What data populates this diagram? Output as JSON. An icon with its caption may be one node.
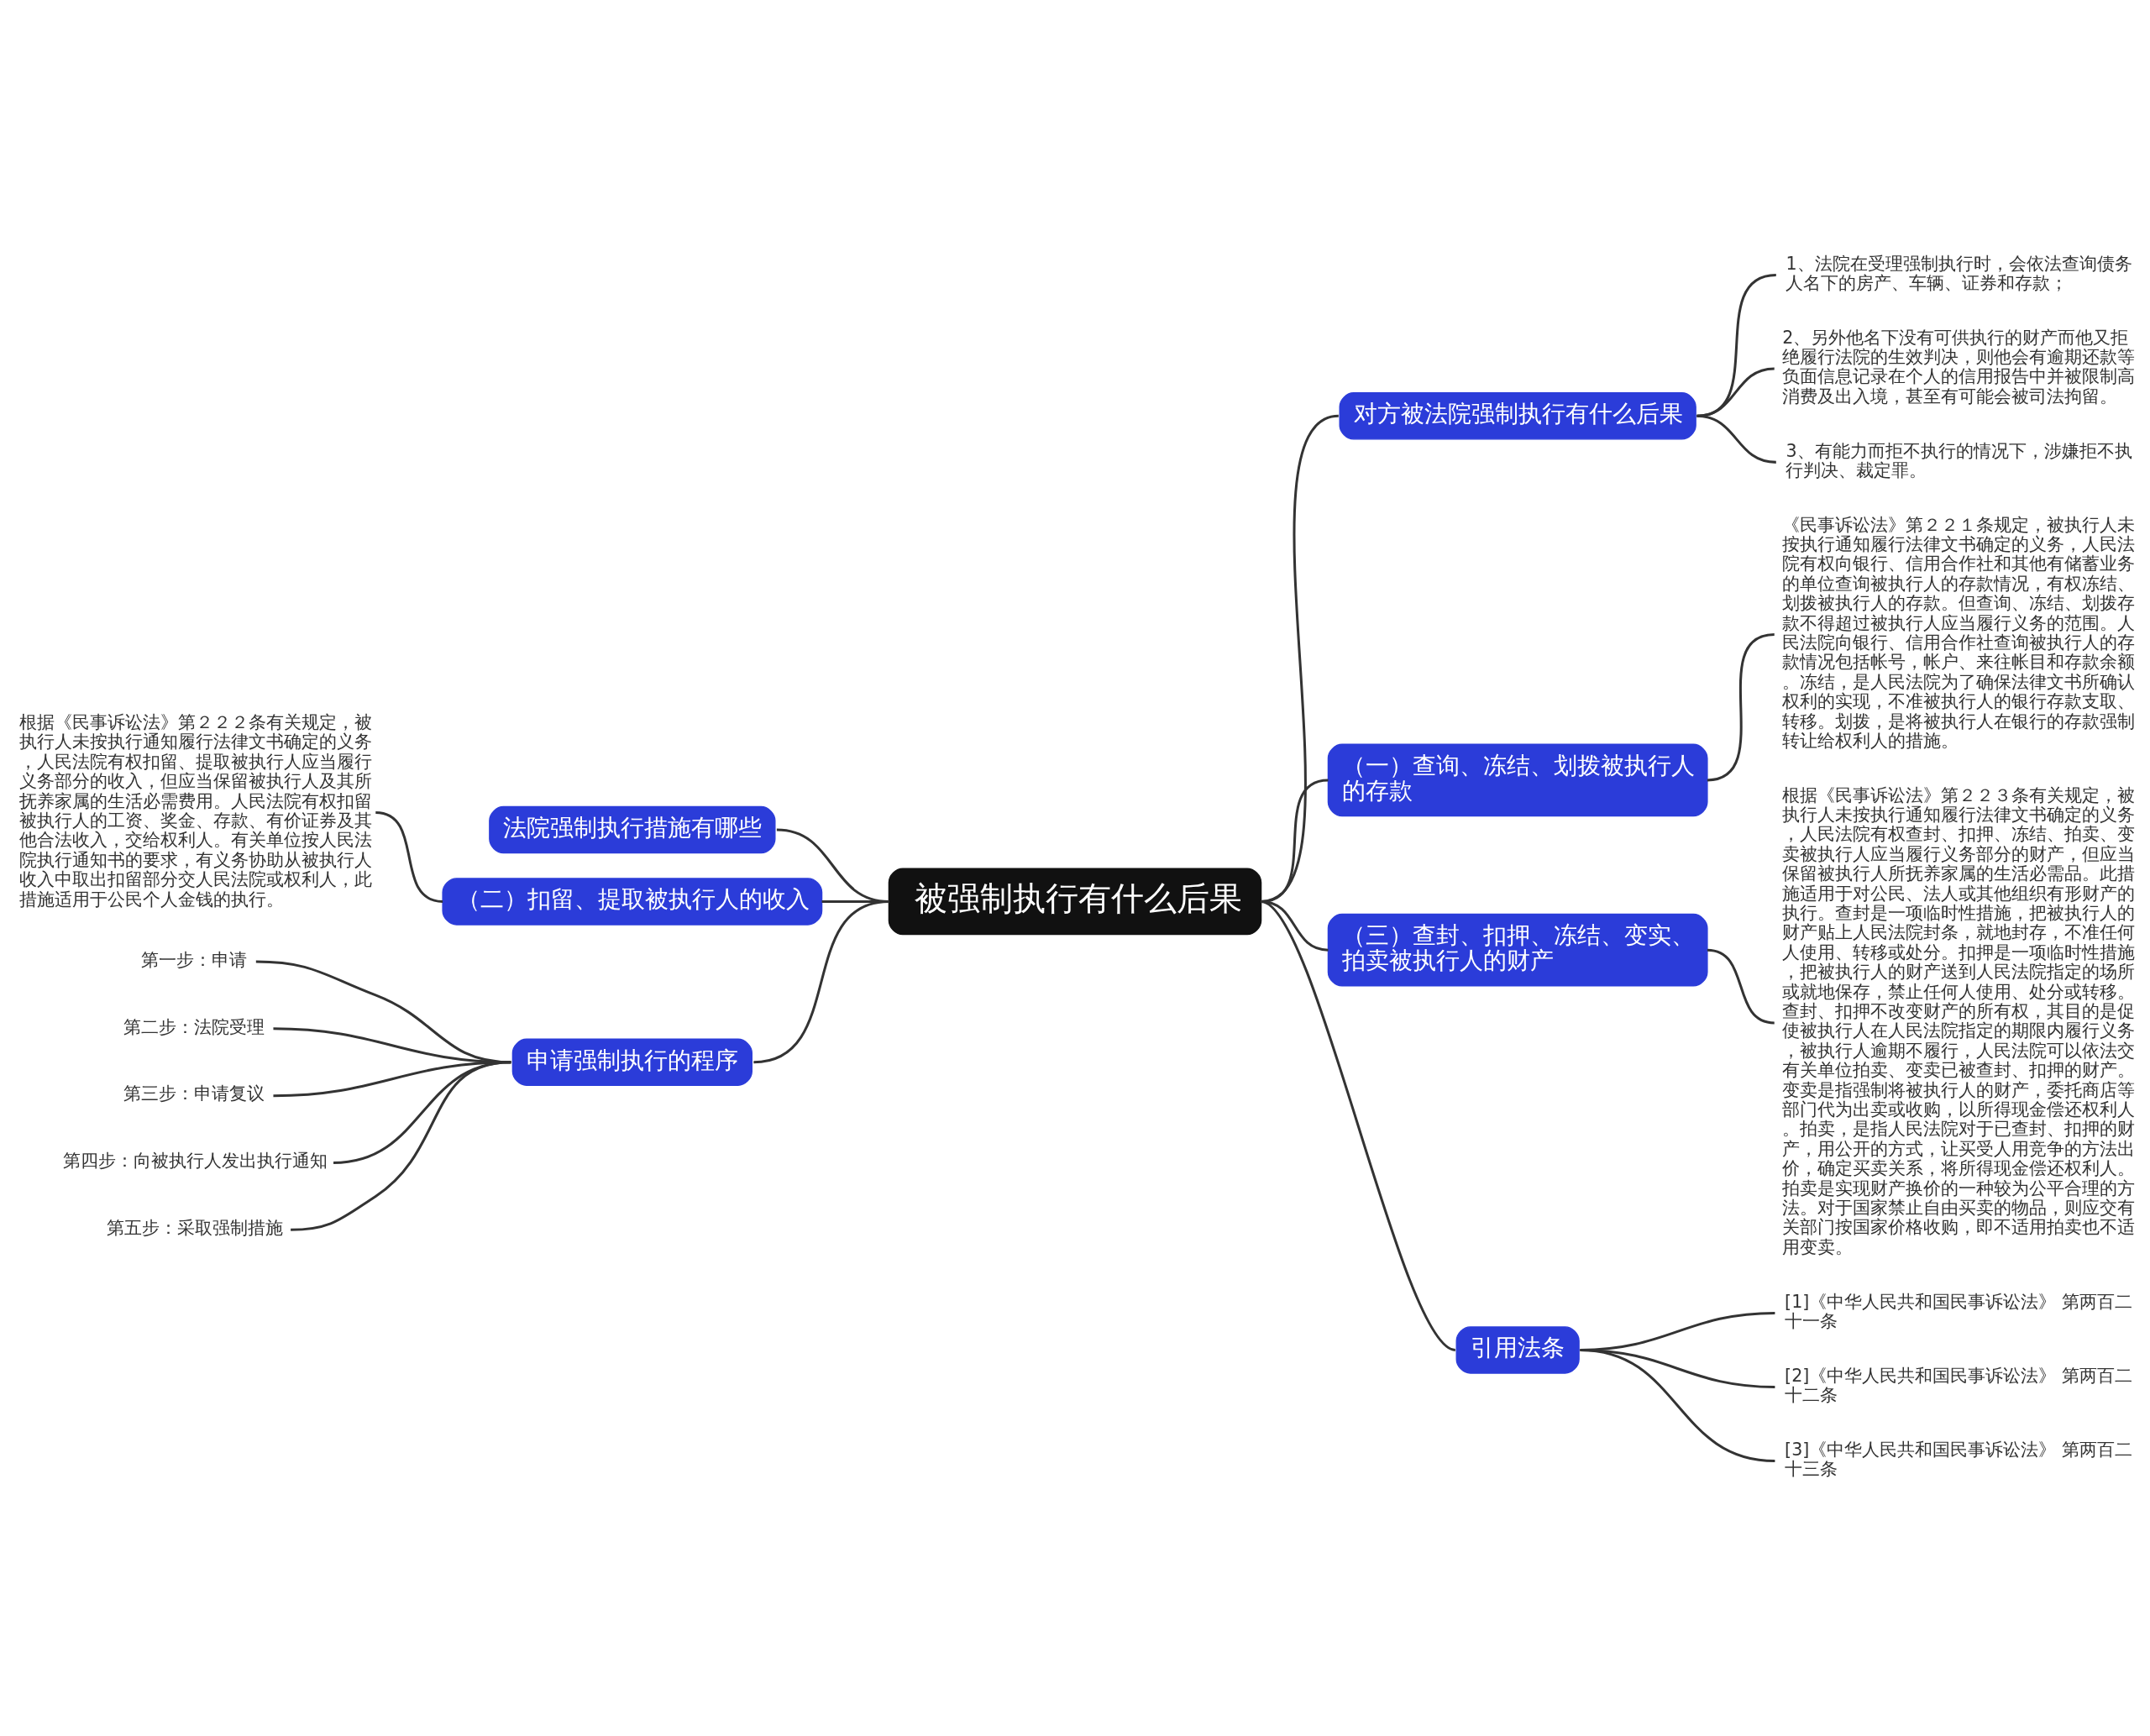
{
  "diagram": {
    "nodes": [
      {
        "text": [
          "被强制执行有什么后果"
        ]
      },
      {
        "text": [
          "对方被法院强制执行有什么后果"
        ]
      },
      {
        "text": [
          "1、法院在受理强制执行时，会依法查询债务人名下的房产、车辆、证券和存款；"
        ]
      },
      {
        "text": [
          "2、另外他名下没有可供执行的财产而他又拒绝履行法院的生效判决，则他会有逾期还款等负面信息记录在个人的信用报告中并被限制高消费及出入境，甚至有可能会被司法拘留。"
        ]
      },
      {
        "text": [
          "3、有能力而拒不执行的情况下，涉嫌拒不执行判决、裁定罪。"
        ]
      },
      {
        "text": [
          "（一）查询、冻结、划拨被执行人的存款"
        ]
      },
      {
        "text": [
          "《民事诉讼法》第２２１条规定，被执行人未按执行通知履行法律文书确定的义务，人民法院有权向银行、信用合作社和其他有储蓄业务的单位查询被执行人的存款情况，有权冻结、划拨被执行人的存款。但查询、冻结、划拨存款不得超过被执行人应当履行义务的范围。人民法院向银行、信用合作社查询被执行人的存款情况包括帐号，帐户、来往帐目和存款余额。冻结，是人民法院为了确保法律文书所确认权利的实现，不准被执行人的银行存款支取、转移。划拨，是将被执行人在银行的存款强制转让给权利人的措施。"
        ]
      },
      {
        "text": [
          "（三）查封、扣押、冻结、变实、拍卖被执行人的财产"
        ]
      },
      {
        "text": [
          "根据《民事诉讼法》第２２３条有关规定，被执行人未按执行通知履行法律文书确定的义务，人民法院有权查封、扣押、冻结、拍卖、变卖被执行人应当履行义务部分的财产，但应当保留被执行人所抚养家属的生活必需品。此措施适用于对公民、法人或其他组织有形财产的执行。查封是一项临时性措施，把被执行人的财产贴上人民法院封条，就地封存，不准任何人使用、转移或处分。扣押是一项临时性措施，把被执行人的财产送到人民法院指定的场所或就地保存，禁止任何人使用、处分或转移。查封、扣押不改变财产的所有权，其目的是促使被执行人在人民法院指定的期限内履行义务，被执行人逾期不履行，人民法院可以依法交有关单位拍卖、变卖已被查封、扣押的财产。变卖是指强制将被执行人的财产，委托商店等部门代为出卖或收购，以所得现金偿还权利人。拍卖，是指人民法院对于已查封、扣押的财产，用公开的方式，让买受人用竞争的方法出价，确定买卖关系，将所得现金偿还权利人。拍卖是实现财产换价的一种较为公平合理的方法。对于国家禁止自由买卖的物品，则应交有关部门按国家价格收购，即不适用拍卖也不适用变卖。"
        ]
      },
      {
        "text": [
          "引用法条"
        ]
      },
      {
        "text": [
          "[1]《中华人民共和国民事诉讼法》 第两百二十一条"
        ]
      },
      {
        "text": [
          "[2]《中华人民共和国民事诉讼法》 第两百二十二条"
        ]
      },
      {
        "text": [
          "[3]《中华人民共和国民事诉讼法》 第两百二十三条"
        ]
      },
      {
        "text": [
          "法院强制执行措施有哪些"
        ]
      },
      {
        "text": [
          "（二）扣留、提取被执行人的收入"
        ]
      },
      {
        "text": [
          "根据《民事诉讼法》第２２２条有关规定，被执行人未按执行通知履行法律文书确定的义务，人民法院有权扣留、提取被执行人应当履行义务部分的收入，但应当保留被执行人及其所抚养家属的生活必需费用。人民法院有权扣留被执行人的工资、奖金、存款、有价证券及其他合法收入，交给权利人。有关单位按人民法院执行通知书的要求，有义务协助从被执行人收入中取出扣留部分交人民法院或权利人，此措施适用于公民个人金钱的执行。"
        ]
      },
      {
        "text": [
          "申请强制执行的程序"
        ]
      },
      {
        "text": [
          "第一步：申请"
        ]
      },
      {
        "text": [
          "第二步：法院受理"
        ]
      },
      {
        "text": [
          "第三步：申请复议"
        ]
      },
      {
        "text": [
          "第四步：向被执行人发出执行通知"
        ]
      },
      {
        "text": [
          "第五步：采取强制措施"
        ]
      }
    ],
    "edges": [
      {
        "from": 0,
        "to": 1,
        "arrow": "none"
      },
      {
        "from": 1,
        "to": 2,
        "arrow": "none"
      },
      {
        "from": 1,
        "to": 3,
        "arrow": "none"
      },
      {
        "from": 1,
        "to": 4,
        "arrow": "none"
      },
      {
        "from": 0,
        "to": 5,
        "arrow": "none"
      },
      {
        "from": 5,
        "to": 6,
        "arrow": "none"
      },
      {
        "from": 0,
        "to": 7,
        "arrow": "none"
      },
      {
        "from": 7,
        "to": 8,
        "arrow": "none"
      },
      {
        "from": 0,
        "to": 9,
        "arrow": "none"
      },
      {
        "from": 9,
        "to": 10,
        "arrow": "none"
      },
      {
        "from": 9,
        "to": 11,
        "arrow": "none"
      },
      {
        "from": 9,
        "to": 12,
        "arrow": "none"
      },
      {
        "from": 13,
        "to": 0,
        "arrow": "none"
      },
      {
        "from": 15,
        "to": 14,
        "arrow": "none"
      },
      {
        "from": 14,
        "to": 0,
        "arrow": "none"
      },
      {
        "from": 17,
        "to": 16,
        "arrow": "none"
      },
      {
        "from": 18,
        "to": 16,
        "arrow": "none"
      },
      {
        "from": 19,
        "to": 16,
        "arrow": "none"
      },
      {
        "from": 20,
        "to": 16,
        "arrow": "none"
      },
      {
        "from": 21,
        "to": 16,
        "arrow": "none"
      },
      {
        "from": 16,
        "to": 0,
        "arrow": "none"
      }
    ]
  }
}
